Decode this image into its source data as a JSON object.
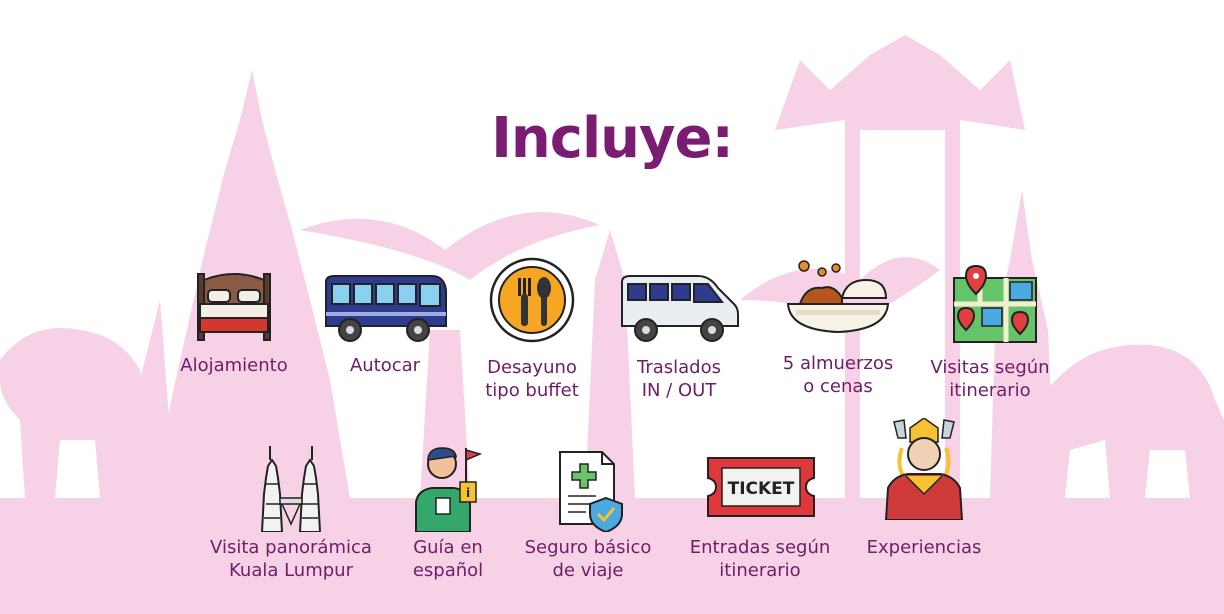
{
  "title": "Incluye:",
  "colors": {
    "title": "#7a1c72",
    "label": "#6d2068",
    "silhouette": "#f7d2e6"
  },
  "items": [
    {
      "icon": "bed-icon",
      "line1": "Alojamiento",
      "line2": ""
    },
    {
      "icon": "bus-icon",
      "line1": "Autocar",
      "line2": ""
    },
    {
      "icon": "plate-cutlery-icon",
      "line1": "Desayuno",
      "line2": "tipo buffet"
    },
    {
      "icon": "van-icon",
      "line1": "Traslados",
      "line2": "IN / OUT"
    },
    {
      "icon": "food-bowl-icon",
      "line1": "5 almuerzos",
      "line2": "o cenas"
    },
    {
      "icon": "map-pins-icon",
      "line1": "Visitas según",
      "line2": "itinerario"
    },
    {
      "icon": "twin-towers-icon",
      "line1": "Visita panorámica",
      "line2": "Kuala Lumpur"
    },
    {
      "icon": "tour-guide-icon",
      "line1": "Guía en",
      "line2": "español"
    },
    {
      "icon": "insurance-document-icon",
      "line1": "Seguro básico",
      "line2": "de viaje"
    },
    {
      "icon": "ticket-icon",
      "line1": "Entradas según",
      "line2": "itinerario",
      "ticket_text": "TICKET"
    },
    {
      "icon": "thai-dancer-icon",
      "line1": "Experiencias",
      "line2": ""
    }
  ]
}
